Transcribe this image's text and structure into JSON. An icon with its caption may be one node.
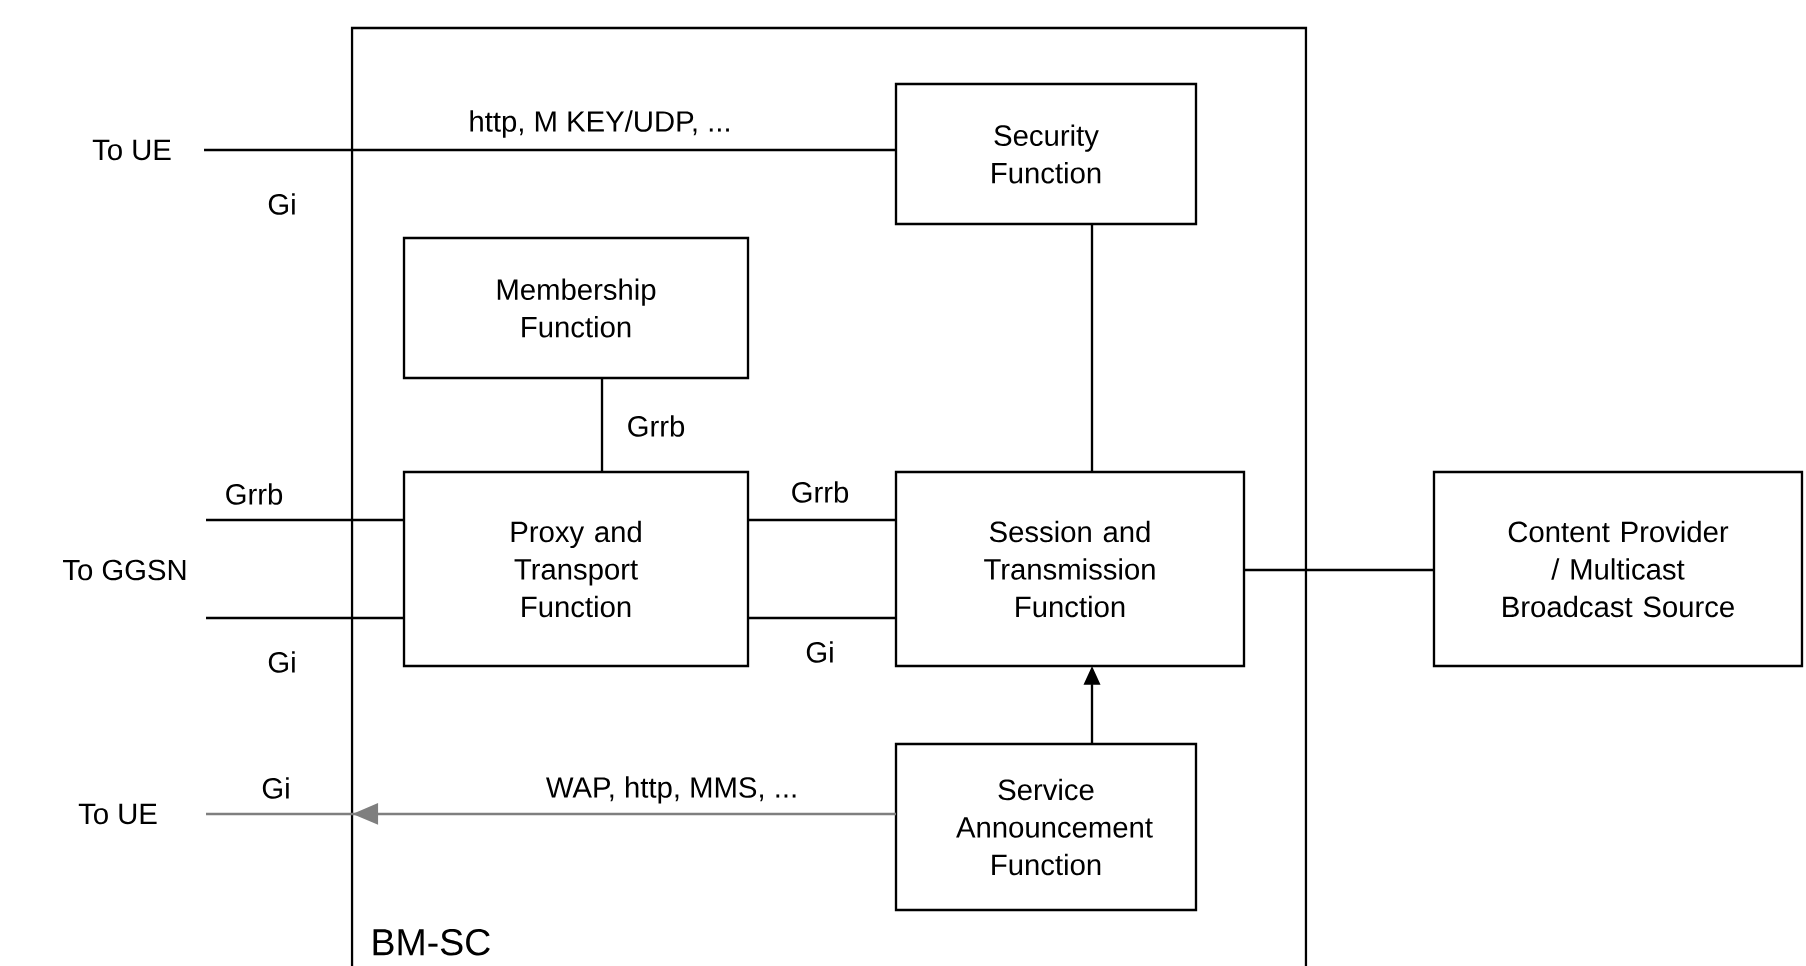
{
  "diagram": {
    "nodes": [
      {
        "text": [
          "BM-SC"
        ]
      },
      {
        "text": [
          "Security Function"
        ],
        "in": 0
      },
      {
        "text": [
          "Membership Function"
        ],
        "in": 0
      },
      {
        "text": [
          "Proxy and Transport Function"
        ],
        "in": 0
      },
      {
        "text": [
          "Session and Transmission Function"
        ],
        "in": 0
      },
      {
        "text": [
          "Service Announcement Function"
        ],
        "in": 0
      },
      {
        "text": [
          "Content Provider / Multicast Broadcast Source"
        ]
      },
      {
        "text": [
          "To UE"
        ]
      },
      {
        "text": [
          "To GGSN"
        ]
      },
      {
        "text": [
          "To UE"
        ]
      }
    ],
    "edges": [
      {
        "from": 7,
        "to": 1,
        "arrow": "none",
        "label": "http, M KEY/UDP, ..."
      },
      {
        "from": 2,
        "to": 3,
        "arrow": "none",
        "label": "Grrb"
      },
      {
        "from": 8,
        "to": 3,
        "arrow": "none",
        "label": "Grrb"
      },
      {
        "from": 8,
        "to": 3,
        "arrow": "none",
        "label": "Gi"
      },
      {
        "from": 3,
        "to": 4,
        "arrow": "none",
        "label": "Grrb"
      },
      {
        "from": 3,
        "to": 4,
        "arrow": "none",
        "label": "Gi"
      },
      {
        "from": 1,
        "to": 4,
        "arrow": "none"
      },
      {
        "from": 5,
        "to": 4,
        "arrow": "to"
      },
      {
        "from": 4,
        "to": 6,
        "arrow": "none"
      },
      {
        "from": 5,
        "to": 9,
        "arrow": "to",
        "label": "WAP, http, MMS, ...",
        "color": "#7f7f7f"
      }
    ],
    "labels": [
      "Gi",
      "Gi"
    ]
  }
}
